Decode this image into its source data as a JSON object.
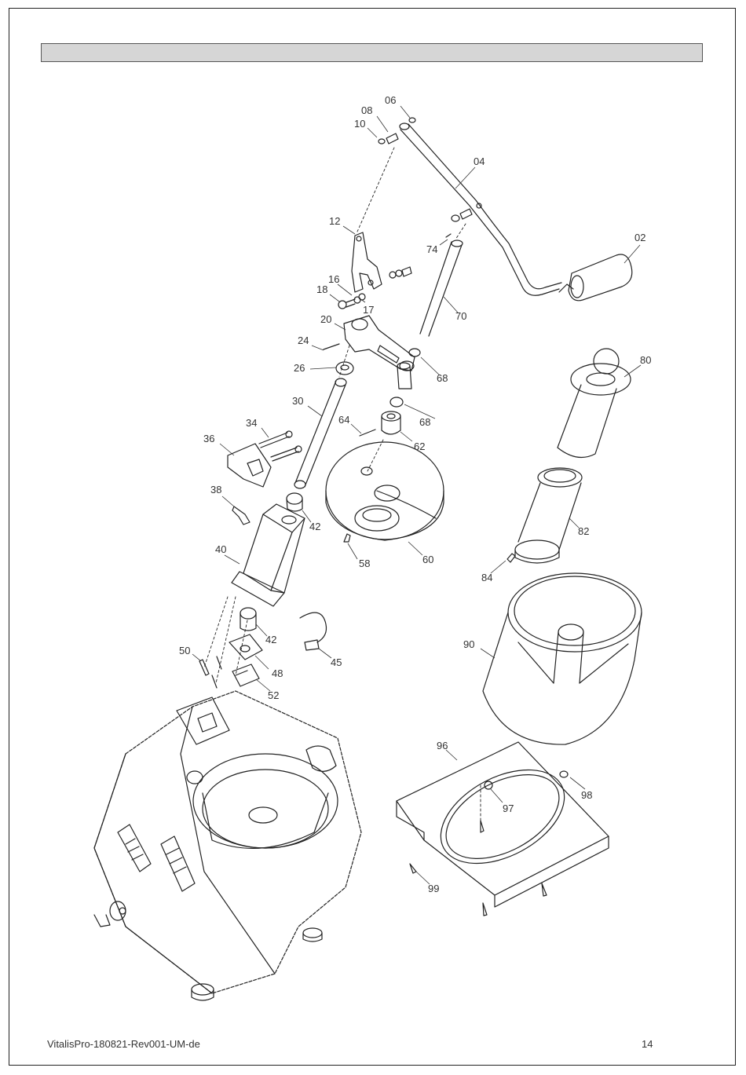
{
  "footer": {
    "document_id": "VitalisPro-180821-Rev001-UM-de",
    "page_number": "14"
  },
  "parts": {
    "p02": "02",
    "p04": "04",
    "p06": "06",
    "p08": "08",
    "p10": "10",
    "p12": "12",
    "p16": "16",
    "p17": "17",
    "p18": "18",
    "p20": "20",
    "p24": "24",
    "p26": "26",
    "p30": "30",
    "p34": "34",
    "p36": "36",
    "p38": "38",
    "p40": "40",
    "p42a": "42",
    "p42b": "42",
    "p45": "45",
    "p48": "48",
    "p50": "50",
    "p52": "52",
    "p58": "58",
    "p60": "60",
    "p62": "62",
    "p64": "64",
    "p68a": "68",
    "p68b": "68",
    "p70": "70",
    "p74": "74",
    "p80": "80",
    "p82": "82",
    "p84": "84",
    "p90": "90",
    "p96": "96",
    "p97": "97",
    "p98": "98",
    "p99": "99"
  }
}
